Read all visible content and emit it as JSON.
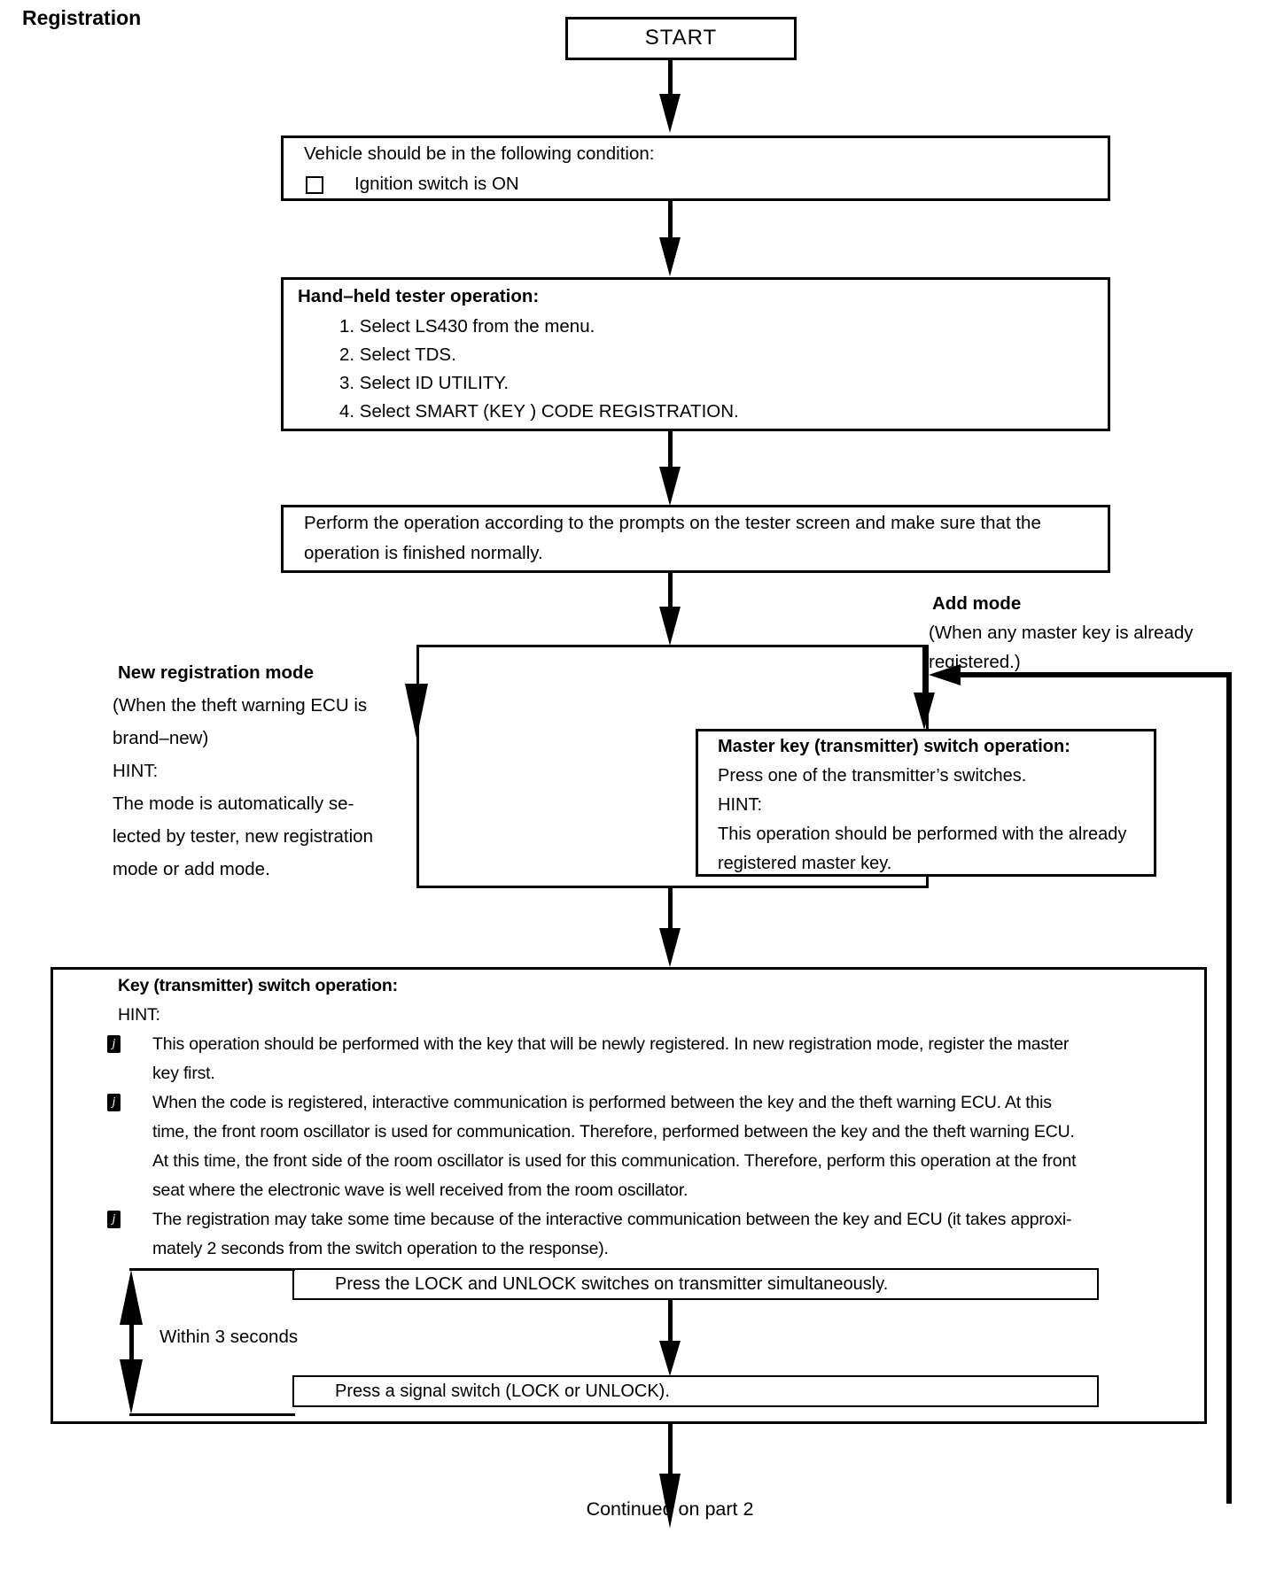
{
  "page_title": "Registration",
  "colors": {
    "ink": "#000000",
    "paper": "#ffffff"
  },
  "flow": {
    "start_label": "START",
    "vehicle_box": {
      "line1": "Vehicle should be in the following condition:",
      "checkbox_item": "Ignition switch is ON"
    },
    "tester_box": {
      "title": "Hand–held tester operation:",
      "items": [
        "1. Select LS430 from the menu.",
        "2. Select TDS.",
        "3. Select ID UTILITY.",
        "4. Select SMART (KEY ) CODE REGISTRATION."
      ]
    },
    "perform_box": {
      "line1": "Perform the operation according to the prompts on the tester screen and make sure that the",
      "line2": "operation is finished normally."
    },
    "new_mode_note": {
      "title": "New registration mode",
      "lines": [
        "(When the theft warning ECU is",
        "brand–new)",
        "HINT:",
        "The mode is automatically se-",
        "lected by tester, new registration",
        "mode or add mode."
      ]
    },
    "add_mode_note": {
      "title": "Add mode",
      "lines": [
        "(When any master key is already",
        "registered.)"
      ]
    },
    "master_key_box": {
      "title": "Master key (transmitter) switch operation:",
      "lines": [
        "Press one of the transmitter’s switches.",
        "HINT:",
        "This operation should be performed with the already",
        "registered master key."
      ]
    },
    "key_switch_box": {
      "title": "Key (transmitter) switch operation:",
      "hint": "HINT:",
      "bullet_glyph": "j",
      "bullets": [
        {
          "lines": [
            "This operation should be performed with the key that will be newly registered. In new registration mode, register the master",
            "key first."
          ]
        },
        {
          "lines": [
            "When the code is registered, interactive communication is performed between the key and the theft warning ECU. At this",
            "time, the front room oscillator is used for communication. Therefore, performed between the key and the theft warning ECU.",
            "At this time, the front side of the room oscillator is used for this communication. Therefore, perform this operation at the front",
            "seat where the electronic wave is well received from the room oscillator."
          ]
        },
        {
          "lines": [
            "The registration may take some time because of the interactive communication between the key and ECU (it takes approxi-",
            "mately 2 seconds from the switch operation to the response)."
          ]
        }
      ]
    },
    "lock_unlock_label": "Press the LOCK and UNLOCK switches on transmitter simultaneously.",
    "signal_label": "Press a signal switch (LOCK or UNLOCK).",
    "within_label": "Within 3 seconds",
    "continued_label": "Continued on part 2"
  }
}
